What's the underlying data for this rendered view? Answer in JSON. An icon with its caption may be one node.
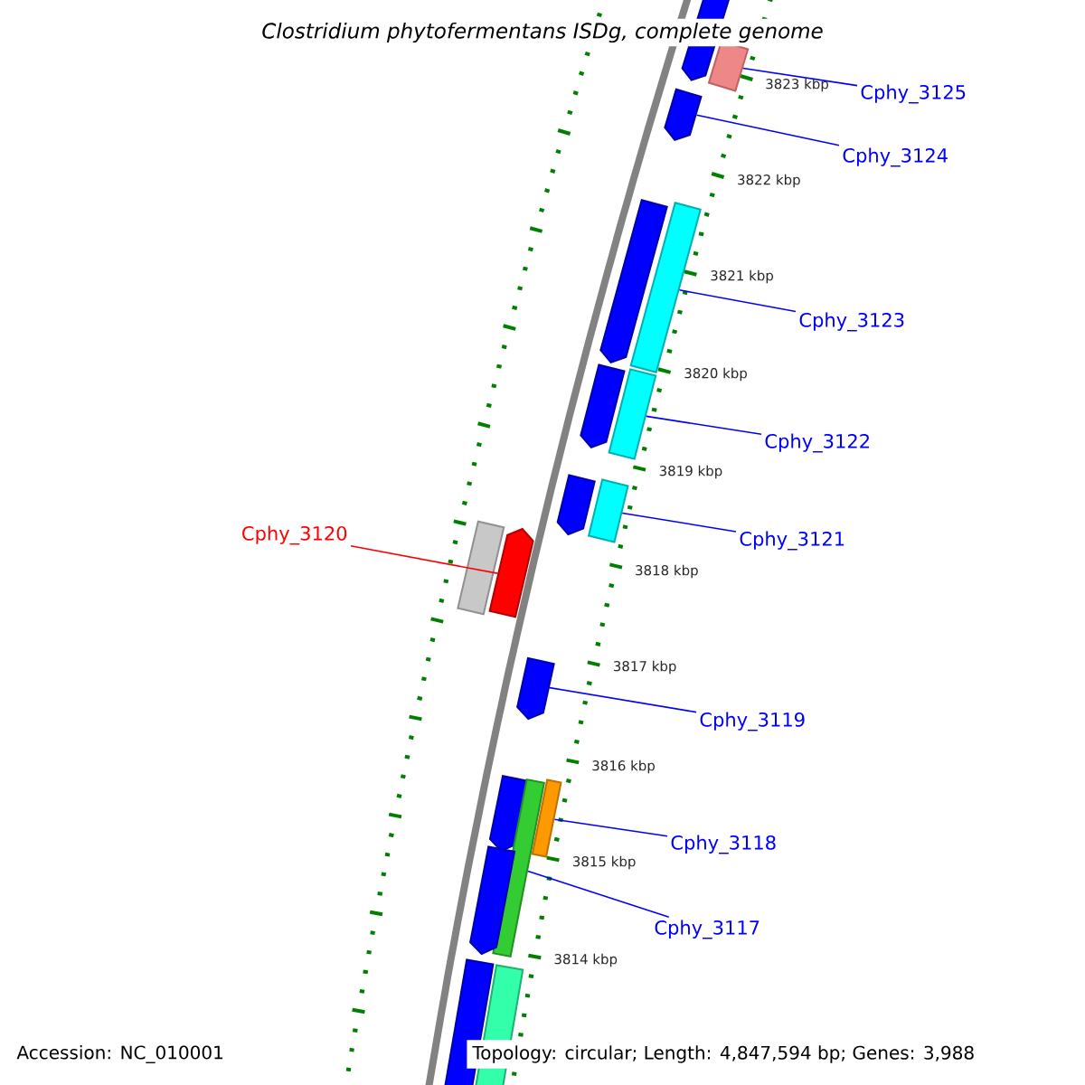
{
  "diagram": {
    "title": "Clostridium phytofermentans ISDg, complete genome",
    "nodes": [
      {
        "text": [
          "Cphy_3125"
        ]
      },
      {
        "text": [
          "Cphy_3124"
        ]
      },
      {
        "text": [
          "Cphy_3123"
        ]
      },
      {
        "text": [
          "Cphy_3122"
        ]
      },
      {
        "text": [
          "Cphy_3121"
        ]
      },
      {
        "text": [
          "Cphy_3120"
        ]
      },
      {
        "text": [
          "Cphy_3119"
        ]
      },
      {
        "text": [
          "Cphy_3118"
        ]
      },
      {
        "text": [
          "Cphy_3117"
        ]
      },
      {
        "text": [],
        "shape": "bar"
      },
      {
        "text": [],
        "shape": "bar"
      },
      {
        "text": [],
        "shape": "bar"
      },
      {
        "text": [],
        "shape": "bar"
      },
      {
        "text": [],
        "shape": "bar"
      },
      {
        "text": [],
        "shape": "bar"
      },
      {
        "text": [],
        "shape": "bar"
      },
      {
        "text": [],
        "shape": "bar"
      },
      {
        "text": [],
        "shape": "bar"
      },
      {
        "text": [],
        "shape": "bar"
      },
      {
        "text": [],
        "shape": "bar"
      },
      {
        "text": [],
        "shape": "bar"
      },
      {
        "text": [],
        "shape": "bar"
      },
      {
        "text": [],
        "shape": "bar"
      },
      {
        "text": [],
        "shape": "bar"
      },
      {
        "text": [],
        "shape": "bar"
      },
      {
        "text": [],
        "shape": "bar"
      },
      {
        "text": [],
        "shape": "bar"
      }
    ],
    "edges": [
      {
        "from": 0,
        "to": 10,
        "arrow": "none"
      },
      {
        "from": 1,
        "to": 11,
        "arrow": "none"
      },
      {
        "from": 2,
        "to": 13,
        "arrow": "none"
      },
      {
        "from": 3,
        "to": 15,
        "arrow": "none"
      },
      {
        "from": 4,
        "to": 17,
        "arrow": "none"
      },
      {
        "from": 5,
        "to": 19,
        "arrow": "none",
        "color": "#ff0000"
      },
      {
        "from": 6,
        "to": 20,
        "arrow": "none"
      },
      {
        "from": 7,
        "to": 23,
        "arrow": "none"
      },
      {
        "from": 8,
        "to": 22,
        "arrow": "none"
      }
    ],
    "labels": [
      "3823 kbp",
      "3822 kbp",
      "3821 kbp",
      "3820 kbp",
      "3819 kbp",
      "3818 kbp",
      "3817 kbp",
      "3816 kbp",
      "3815 kbp",
      "3814 kbp",
      "Accession: NC_010001",
      "Topology: circular; Length: 4,847,594 bp; Genes: 3,988"
    ]
  }
}
